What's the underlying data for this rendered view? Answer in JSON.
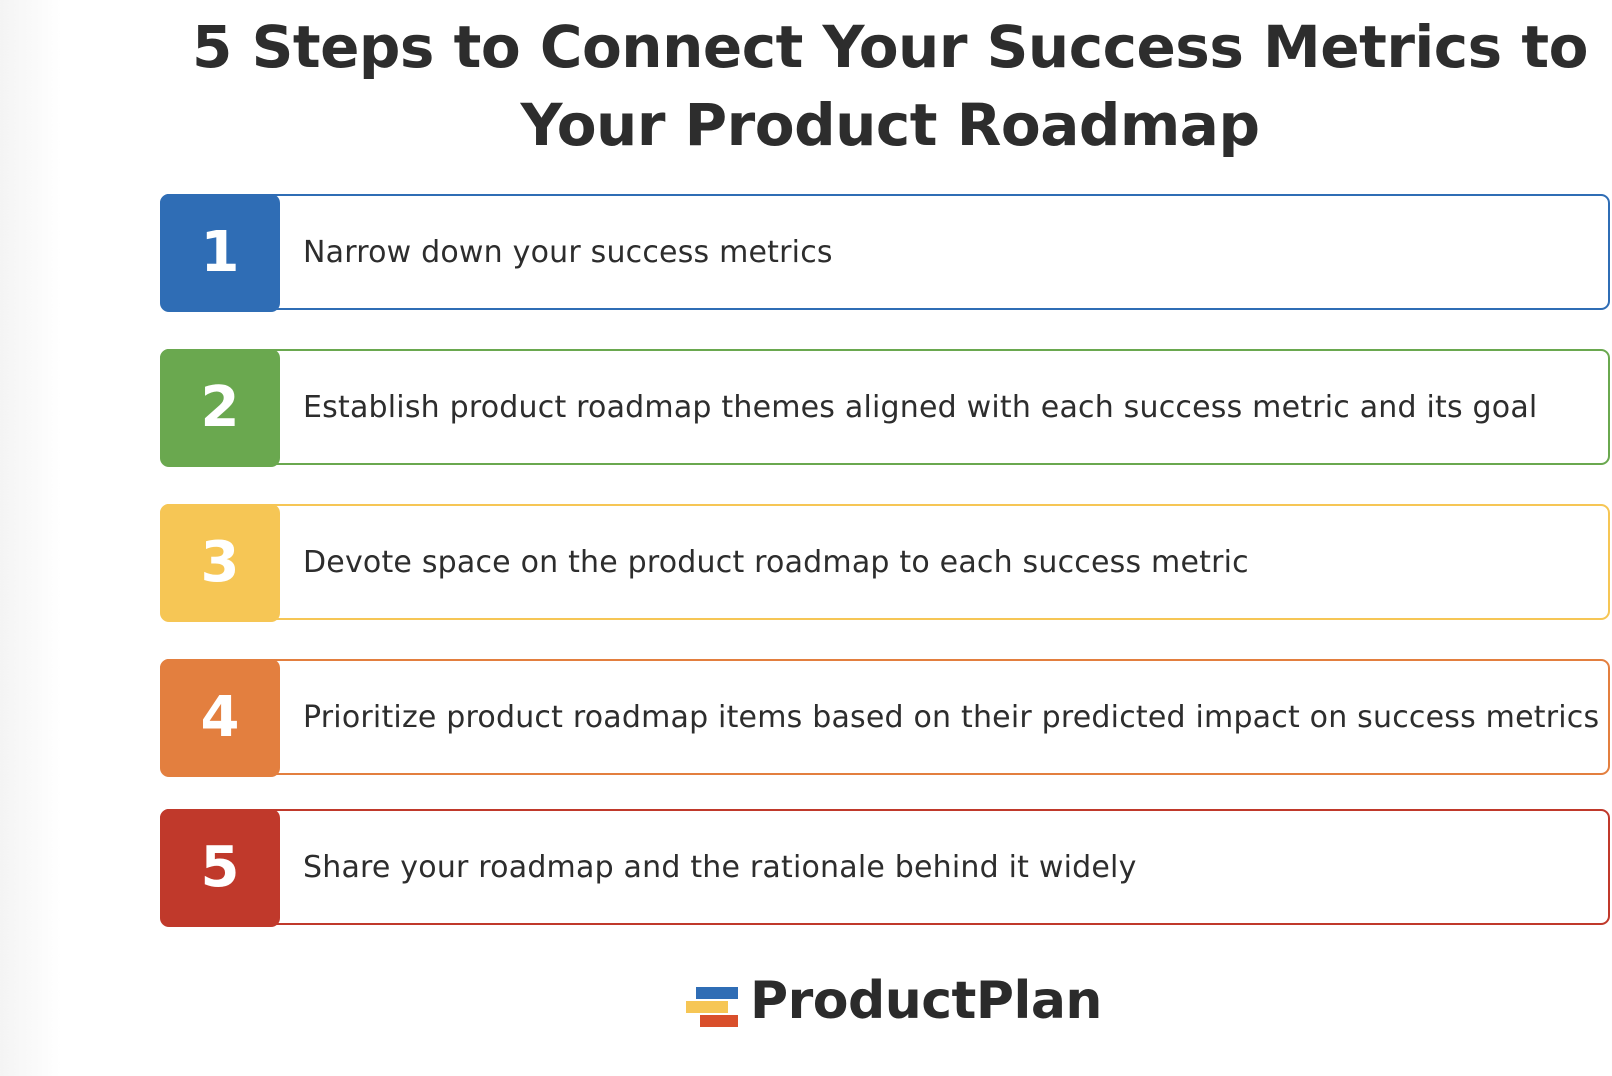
{
  "title": {
    "line1": "5 Steps to Connect Your Success Metrics to",
    "line2": "Your Product Roadmap"
  },
  "steps": [
    {
      "number": "1",
      "text": "Narrow down your success metrics",
      "color": "#2f6db5"
    },
    {
      "number": "2",
      "text": "Establish product roadmap themes aligned with each success metric and its goal",
      "color": "#6aa84f"
    },
    {
      "number": "3",
      "text": "Devote space on the product roadmap to each success metric",
      "color": "#f6c655"
    },
    {
      "number": "4",
      "text": "Prioritize product roadmap items based on their predicted impact on success metrics",
      "color": "#e37f3f"
    },
    {
      "number": "5",
      "text": "Share your roadmap and the rationale behind it widely",
      "color": "#c0392b"
    }
  ],
  "logo": {
    "name": "ProductPlan",
    "icon": "productplan-logo-icon",
    "bar_colors": [
      "#2f6db5",
      "#f6c655",
      "#d94f2b"
    ]
  }
}
